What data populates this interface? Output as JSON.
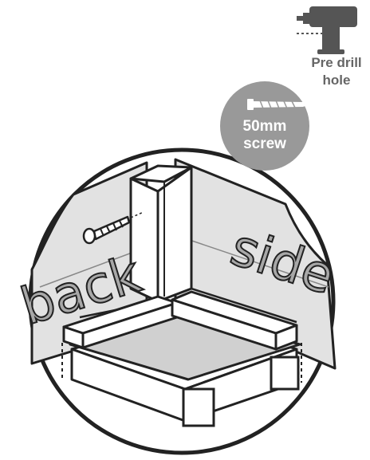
{
  "diagram": {
    "words": {
      "back": "back",
      "side": "side"
    },
    "drill_tip": {
      "icon": "drill-icon",
      "text": "Pre drill hole"
    },
    "screw_tip": {
      "icon": "screw-icon",
      "text": "50mm screw"
    },
    "colors": {
      "outline": "#222222",
      "panel": "#e2e2e2",
      "floor": "#d0d0d0",
      "badge": "#999999",
      "label": "#666666",
      "drill": "#555555"
    }
  }
}
